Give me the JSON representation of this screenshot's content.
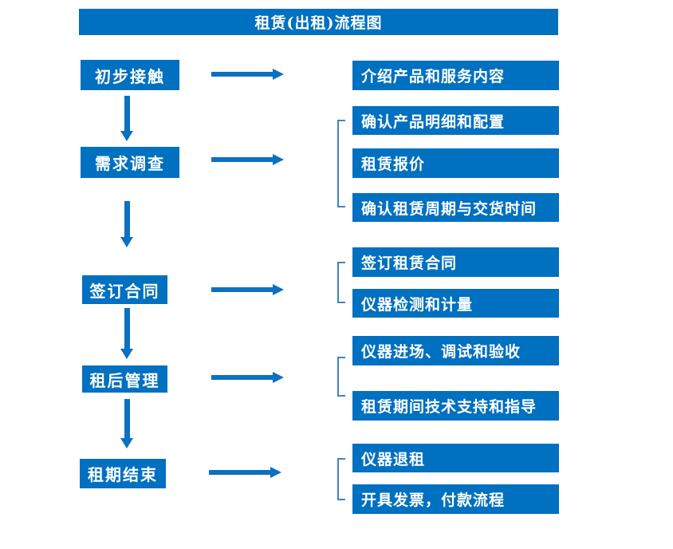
{
  "title": {
    "text": "租赁(出租)流程图"
  },
  "colors": {
    "box_blue": "#0070C0",
    "arrow_blue": "#0B71C0",
    "bracket_blue": "#3D85C6",
    "text_white": "#FFFFFF",
    "page_bg": "#FFFFFF"
  },
  "stages": [
    {
      "label": "初步接触",
      "details": [
        "介绍产品和服务内容"
      ]
    },
    {
      "label": "需求调查",
      "details": [
        "确认产品明细和配置",
        "租赁报价",
        "确认租赁周期与交货时间"
      ]
    },
    {
      "label": "签订合同",
      "details": [
        "签订租赁合同",
        "仪器检测和计量"
      ]
    },
    {
      "label": "租后管理",
      "details": [
        "仪器进场、调试和验收",
        "租赁期间技术支持和指导"
      ]
    },
    {
      "label": "租期结束",
      "details": [
        "仪器退租",
        "开具发票，付款流程"
      ]
    }
  ]
}
